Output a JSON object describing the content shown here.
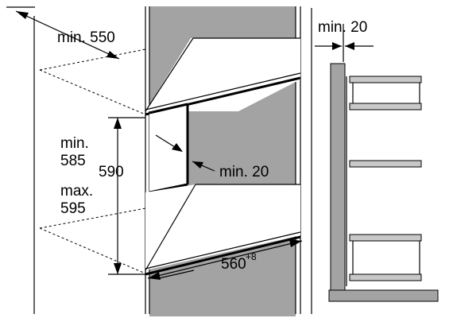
{
  "diagram": {
    "labels": {
      "min_depth": "min. 550",
      "min_height_1": "min.",
      "min_height_2": "585",
      "cutout_height": "590",
      "max_height_1": "max.",
      "max_height_2": "595",
      "side_gap": "min. 20",
      "width_main": "560",
      "width_sup": "+8",
      "side_view_gap": "min. 20"
    },
    "colors": {
      "panel": "#a3a3a3",
      "shelf": "#c8c8c8",
      "line": "#000000"
    }
  }
}
